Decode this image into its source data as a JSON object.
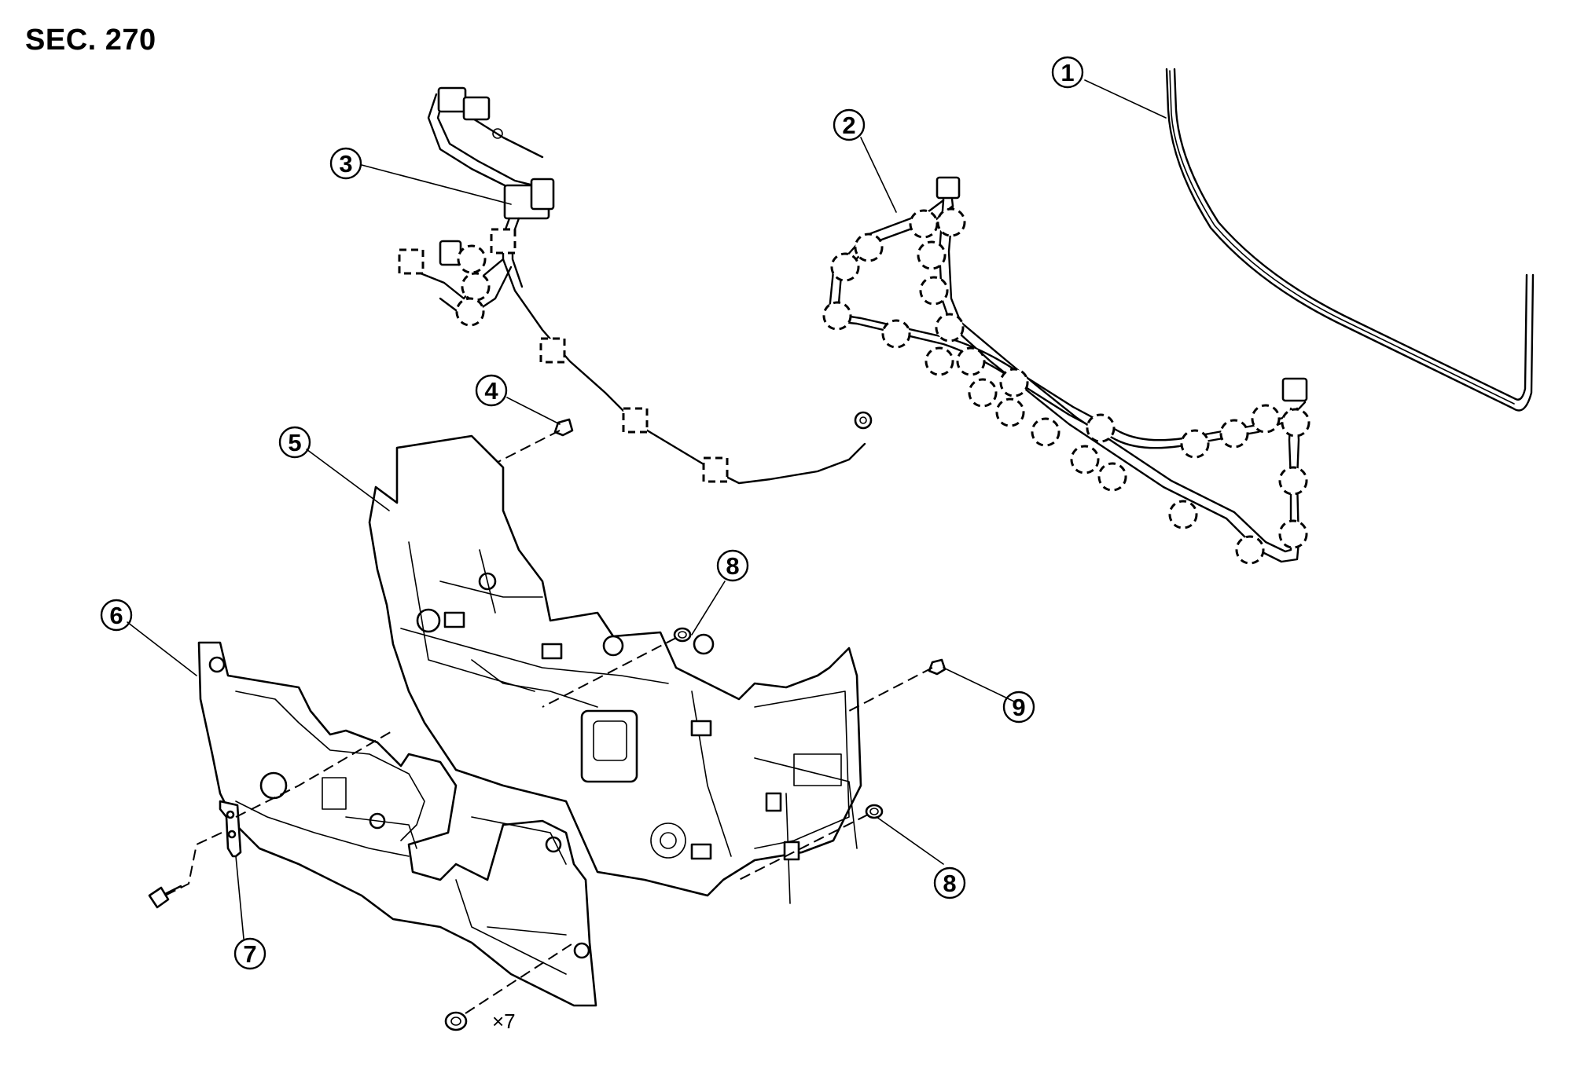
{
  "section": "SEC. 270",
  "callouts": [
    "1",
    "2",
    "3",
    "4",
    "5",
    "6",
    "7",
    "8",
    "8",
    "9"
  ],
  "quantity_note": "×7",
  "colors": {
    "line": "#000000",
    "background": "#ffffff"
  },
  "parts_shown": [
    "long-cable-tube",
    "harness-with-clips",
    "upper-harness-with-connectors",
    "nut",
    "main-bracket-frame",
    "front-mounting-plate",
    "small-bracket",
    "grommet",
    "bolt",
    "clip-screw"
  ]
}
